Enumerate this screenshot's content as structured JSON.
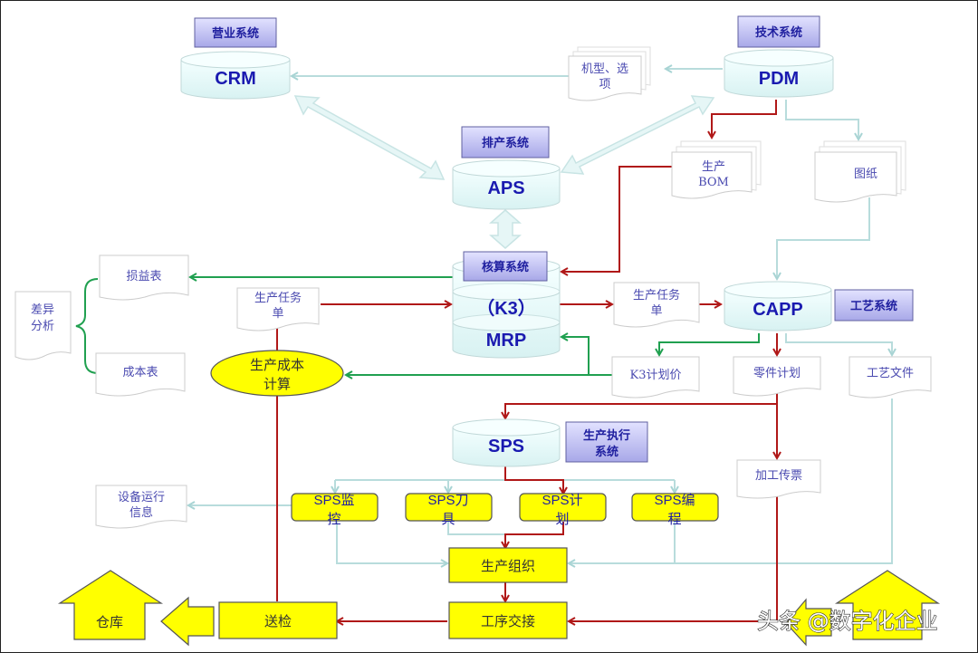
{
  "systems": {
    "crm": {
      "name": "CRM",
      "tag": "营业系统"
    },
    "pdm": {
      "name": "PDM",
      "tag": "技术系统"
    },
    "aps": {
      "name": "APS",
      "tag": "排产系统"
    },
    "k3": {
      "tag": "核算系统",
      "line1": "（K3）",
      "line2": "MRP"
    },
    "capp": {
      "name": "CAPP",
      "tag": "工艺系统"
    },
    "sps": {
      "name": "SPS",
      "tag_line1": "生产执行",
      "tag_line2": "系统"
    }
  },
  "documents": {
    "model_options": {
      "line1": "机型、选",
      "line2": "项"
    },
    "prod_bom": {
      "line1": "生产",
      "line2": "BOM"
    },
    "drawings": {
      "line1": "图纸"
    },
    "profit_loss": {
      "line1": "损益表"
    },
    "cost_table": {
      "line1": "成本表"
    },
    "variance": {
      "line1": "差异",
      "line2": "分析"
    },
    "task_order_left": {
      "line1": "生产任务",
      "line2": "单"
    },
    "task_order_right": {
      "line1": "生产任务",
      "line2": "单"
    },
    "k3_price": {
      "line1": "K3计划价"
    },
    "part_plan": {
      "line1": "零件计划"
    },
    "process_file": {
      "line1": "工艺文件"
    },
    "equipment_info": {
      "line1": "设备运行",
      "line2": "信息"
    },
    "work_ticket": {
      "line1": "加工传票"
    }
  },
  "cost_calc": {
    "line1": "生产成本",
    "line2": "计算"
  },
  "sps_modules": [
    {
      "line1": "SPS监",
      "line2": "控"
    },
    {
      "line1": "SPS刀",
      "line2": "具"
    },
    {
      "line1": "SPS计",
      "line2": "划"
    },
    {
      "line1": "SPS编",
      "line2": "程"
    }
  ],
  "process_boxes": {
    "organize": "生产组织",
    "handover": "工序交接",
    "inspect": "送检",
    "warehouse": "仓库"
  },
  "colors": {
    "red_flow": "#b01818",
    "green_flow": "#20a050",
    "light_flow": "#b8dcdc",
    "system_tag": "#b8b8f0",
    "yellow": "#ffff00"
  },
  "watermark": "头条 @数字化企业"
}
